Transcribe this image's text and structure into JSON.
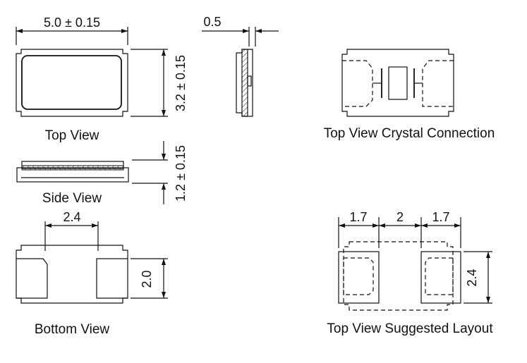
{
  "views": {
    "top_view": {
      "label": "Top View",
      "dim_width": "5.0 ± 0.15",
      "dim_height": "3.2 ± 0.15"
    },
    "edge_view": {
      "dim_thickness": "0.5"
    },
    "side_view": {
      "label": "Side View",
      "dim_height": "1.2 ± 0.15"
    },
    "bottom_view": {
      "label": "Bottom View",
      "dim_pad_gap": "2.4",
      "dim_pad_height": "2.0"
    },
    "crystal_connection": {
      "label": "Top View Crystal Connection"
    },
    "suggested_layout": {
      "label": "Top View Suggested Layout",
      "dim_pad_left": "1.7",
      "dim_gap": "2",
      "dim_pad_right": "1.7",
      "dim_pad_height": "2.4"
    }
  },
  "colors": {
    "line": "#111111",
    "hatch": "#555555",
    "background": "#ffffff"
  }
}
